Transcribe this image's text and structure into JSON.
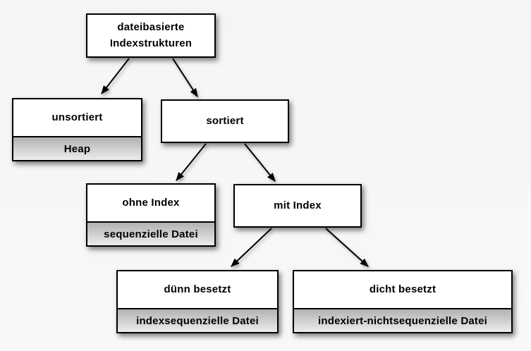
{
  "diagram": {
    "type": "tree",
    "language": "de",
    "colors": {
      "background": "#f7f7f7",
      "node_fill": "#ffffff",
      "node_border": "#000000",
      "sublabel_gradient_top": "#b2b2b2",
      "sublabel_gradient_bottom": "#ededed",
      "arrow": "#000000",
      "text": "#000000"
    },
    "nodes": {
      "root": {
        "label": "dateibasierte\nIndexstrukturen",
        "sublabel": null
      },
      "unsortiert": {
        "label": "unsortiert",
        "sublabel": "Heap"
      },
      "sortiert": {
        "label": "sortiert",
        "sublabel": null
      },
      "ohne_index": {
        "label": "ohne Index",
        "sublabel": "sequenzielle Datei"
      },
      "mit_index": {
        "label": "mit Index",
        "sublabel": null
      },
      "duenn_besetzt": {
        "label": "dünn besetzt",
        "sublabel": "indexsequenzielle Datei"
      },
      "dicht_besetzt": {
        "label": "dicht besetzt",
        "sublabel": "indexiert-nichtsequenzielle Datei"
      }
    },
    "edges": [
      {
        "from": "root",
        "to": "unsortiert"
      },
      {
        "from": "root",
        "to": "sortiert"
      },
      {
        "from": "sortiert",
        "to": "ohne_index"
      },
      {
        "from": "sortiert",
        "to": "mit_index"
      },
      {
        "from": "mit_index",
        "to": "duenn_besetzt"
      },
      {
        "from": "mit_index",
        "to": "dicht_besetzt"
      }
    ]
  }
}
